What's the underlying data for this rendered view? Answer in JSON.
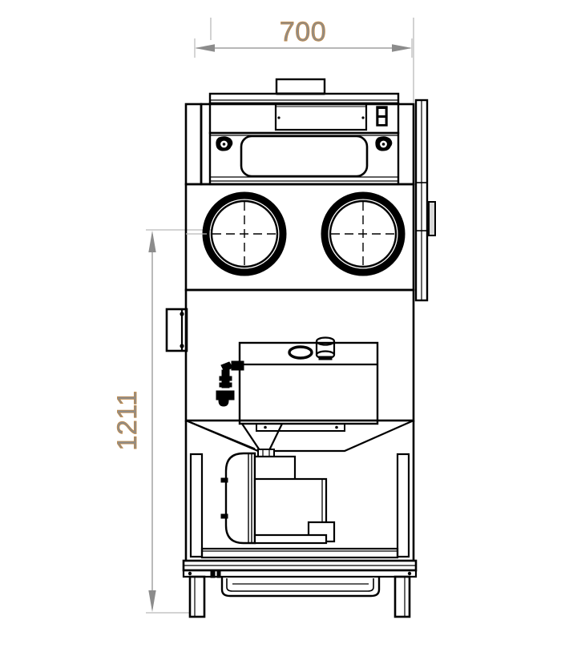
{
  "drawing": {
    "type": "technical-orthographic-drawing",
    "subject": "sandblasting cabinet front elevation",
    "background_color": "#ffffff",
    "line_color": "#000000",
    "dimension_color": "#8c8c8c",
    "dimension_text_outline_color": "#c08a4a"
  },
  "dimensions": {
    "width": {
      "value": "700",
      "unit_implied": "mm",
      "orientation": "horizontal",
      "position": "top",
      "label": "700"
    },
    "height": {
      "value": "1211",
      "unit_implied": "mm",
      "orientation": "vertical-rotated",
      "position": "left",
      "label": "1211"
    }
  },
  "components": {
    "top_lid": "top-lid-panel",
    "lid_handle": "lid-handle",
    "control_switch": "control-switch",
    "view_window": "viewing-window",
    "latch_left": "window-latch-left",
    "latch_right": "window-latch-right",
    "glove_port_left": "glove-port-left",
    "glove_port_right": "glove-port-right",
    "side_bracket": "side-mount-bracket",
    "side_panel_strip": "right-side-panel-strip",
    "side_handle": "right-side-handle",
    "tank": "abrasive-tank",
    "tank_fill_port": "tank-fill-port",
    "tank_cap": "tank-cap-fitting",
    "valve_assembly": "valve-assembly",
    "hopper": "hopper-funnel",
    "hopper_outlet": "hopper-outlet-fitting",
    "motor": "motor-pump-assembly",
    "pump_housing": "pump-housing",
    "base_frame": "base-frame",
    "foot_pedal": "foot-pedal-bar",
    "leg_left": "leg-left",
    "leg_right": "leg-right"
  }
}
